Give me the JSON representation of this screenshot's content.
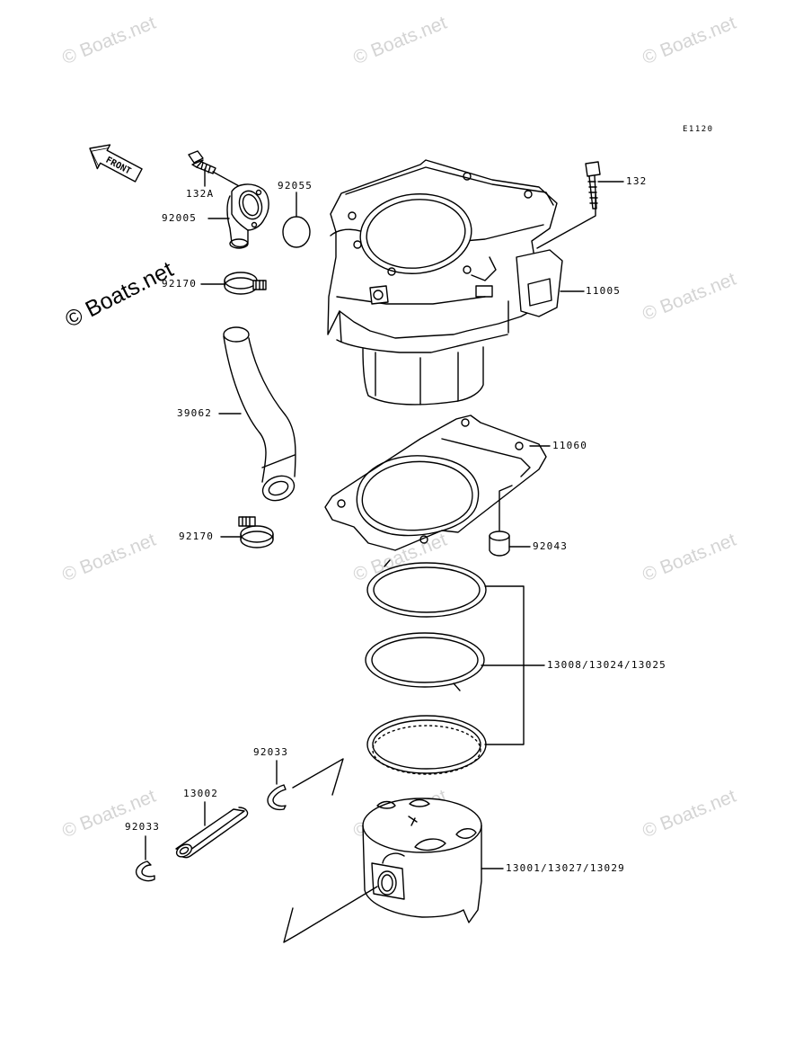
{
  "diagram": {
    "code": "E1120",
    "front_label": "FRONT",
    "watermark": "© Boats.net",
    "watermark_large": "© Boats.net",
    "parts": [
      {
        "id": "132A",
        "label": "132A"
      },
      {
        "id": "92005",
        "label": "92005"
      },
      {
        "id": "92055",
        "label": "92055"
      },
      {
        "id": "132",
        "label": "132"
      },
      {
        "id": "11005",
        "label": "11005"
      },
      {
        "id": "92170a",
        "label": "92170"
      },
      {
        "id": "39062",
        "label": "39062"
      },
      {
        "id": "11060",
        "label": "11060"
      },
      {
        "id": "92170b",
        "label": "92170"
      },
      {
        "id": "92043",
        "label": "92043"
      },
      {
        "id": "13008",
        "label": "13008/13024/13025"
      },
      {
        "id": "92033a",
        "label": "92033"
      },
      {
        "id": "13002",
        "label": "13002"
      },
      {
        "id": "92033b",
        "label": "92033"
      },
      {
        "id": "13001",
        "label": "13001/13027/13029"
      }
    ]
  },
  "colors": {
    "line": "#000000",
    "watermark": "#d4d4d4",
    "background": "#ffffff"
  }
}
